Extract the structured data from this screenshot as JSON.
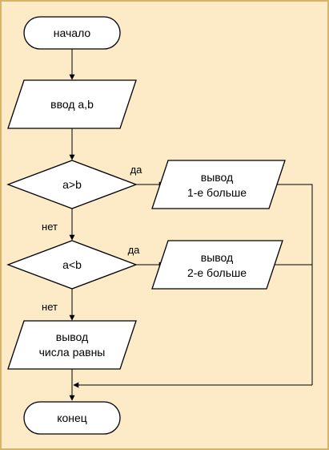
{
  "colors": {
    "background": "#fdebc8",
    "frame": "#d8b36a",
    "node_fill": "#ffffff",
    "stroke": "#000000"
  },
  "nodes": {
    "start": "начало",
    "input": "ввод a,b",
    "cond1": "a>b",
    "out1_line1": "вывод",
    "out1_line2": "1-е больше",
    "cond2": "a<b",
    "out2_line1": "вывод",
    "out2_line2": "2-е больше",
    "out3_line1": "вывод",
    "out3_line2": "числа равны",
    "end": "конец"
  },
  "edges": {
    "cond1_yes": "да",
    "cond1_no": "нет",
    "cond2_yes": "да",
    "cond2_no": "нет"
  }
}
